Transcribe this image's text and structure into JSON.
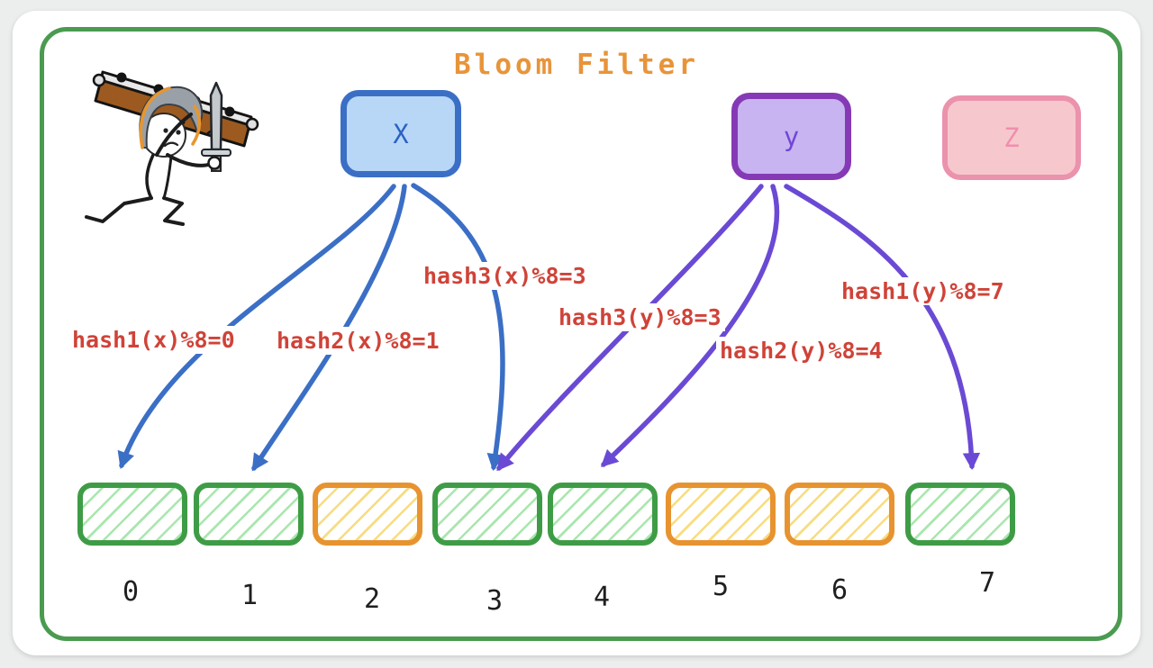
{
  "title": "Bloom Filter",
  "illustration": {
    "name": "knight-with-shield-and-sword"
  },
  "boxes": [
    {
      "id": "x",
      "label": "X"
    },
    {
      "id": "y",
      "label": "y"
    },
    {
      "id": "z",
      "label": "Z"
    }
  ],
  "hash_labels": [
    {
      "id": "hash1x",
      "text": "hash1(x)%8=0",
      "source": "X",
      "target_cell": 0
    },
    {
      "id": "hash2x",
      "text": "hash2(x)%8=1",
      "source": "X",
      "target_cell": 1
    },
    {
      "id": "hash3x",
      "text": "hash3(x)%8=3",
      "source": "X",
      "target_cell": 3
    },
    {
      "id": "hash3y",
      "text": "hash3(y)%8=3",
      "source": "y",
      "target_cell": 3
    },
    {
      "id": "hash2y",
      "text": "hash2(y)%8=4",
      "source": "y",
      "target_cell": 4
    },
    {
      "id": "hash1y",
      "text": "hash1(y)%8=7",
      "source": "y",
      "target_cell": 7
    }
  ],
  "bit_array": {
    "size": 8,
    "cells": [
      {
        "index": "0",
        "state": "set"
      },
      {
        "index": "1",
        "state": "set"
      },
      {
        "index": "2",
        "state": "unset"
      },
      {
        "index": "3",
        "state": "set"
      },
      {
        "index": "4",
        "state": "set"
      },
      {
        "index": "5",
        "state": "unset"
      },
      {
        "index": "6",
        "state": "unset"
      },
      {
        "index": "7",
        "state": "set"
      }
    ]
  },
  "colors": {
    "frame_green": "#4a9b50",
    "title_orange": "#e8943a",
    "label_red": "#cf4338",
    "arrow_blue": "#3b6fc6",
    "arrow_purple": "#6a4ad4",
    "box_x_fill": "#b8d7f7",
    "box_y_fill": "#c7b4f1",
    "box_z_fill": "#f6c8ce",
    "cell_set_border": "#3f9c46",
    "cell_set_hatch": "#a9e6ae",
    "cell_unset_border": "#e79330",
    "cell_unset_hatch": "#f8dc80"
  }
}
